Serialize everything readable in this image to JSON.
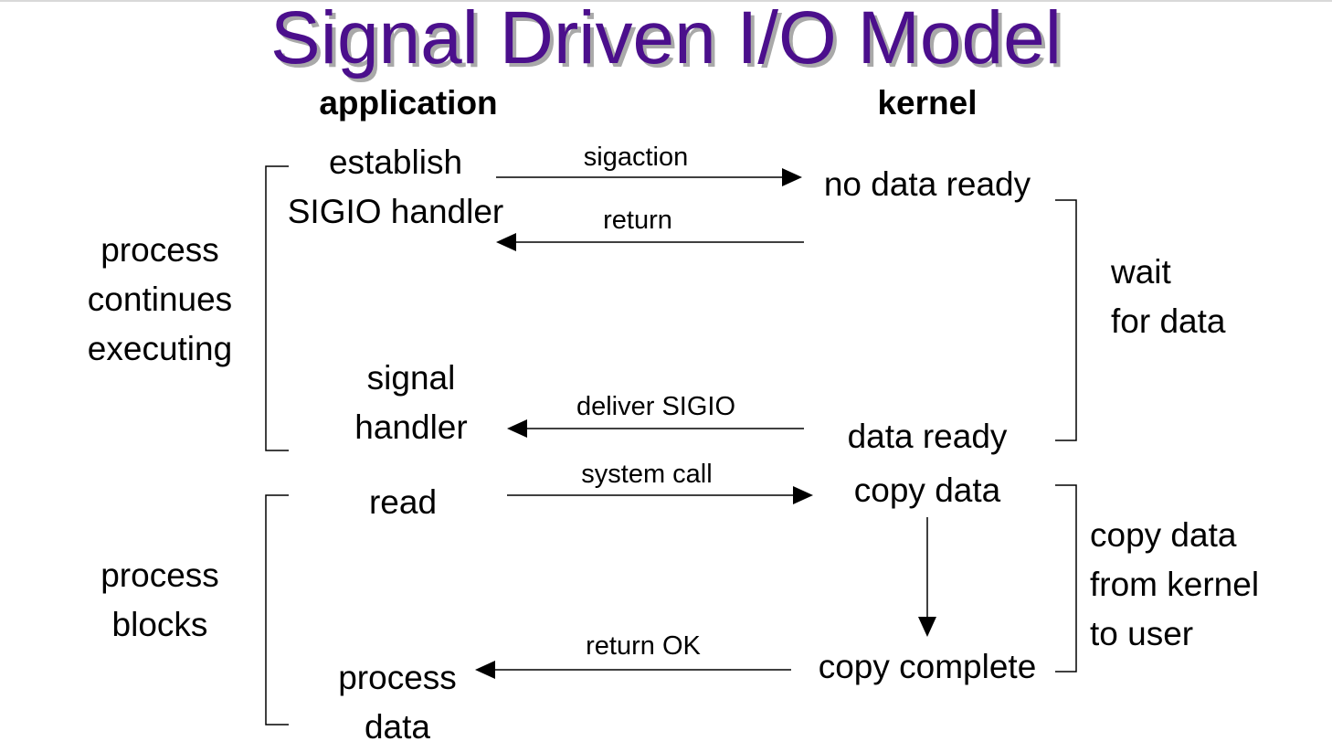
{
  "title": "Signal Driven I/O Model",
  "columns": {
    "application": "application",
    "kernel": "kernel"
  },
  "app_labels": {
    "establish_line1": "establish",
    "establish_line2": "SIGIO handler",
    "signal_line1": "signal",
    "signal_line2": "handler",
    "read": "read",
    "process_data_line1": "process",
    "process_data_line2": "data"
  },
  "kernel_labels": {
    "no_data_ready": "no data ready",
    "data_ready": "data ready",
    "copy_data": "copy data",
    "copy_complete": "copy complete"
  },
  "left_brackets": {
    "continues_line1": "process",
    "continues_line2": "continues",
    "continues_line3": "executing",
    "blocks_line1": "process",
    "blocks_line2": "blocks"
  },
  "right_brackets": {
    "wait_line1": "wait",
    "wait_line2": "for data",
    "copy_line1": "copy data",
    "copy_line2": "from kernel",
    "copy_line3": "to user"
  },
  "arrows": {
    "sigaction": "sigaction",
    "return": "return",
    "deliver_sigio": "deliver SIGIO",
    "system_call": "system call",
    "return_ok": "return OK"
  },
  "colors": {
    "title": "#4b0f8c",
    "title_shadow": "#a9a9a9",
    "line": "#000000"
  }
}
